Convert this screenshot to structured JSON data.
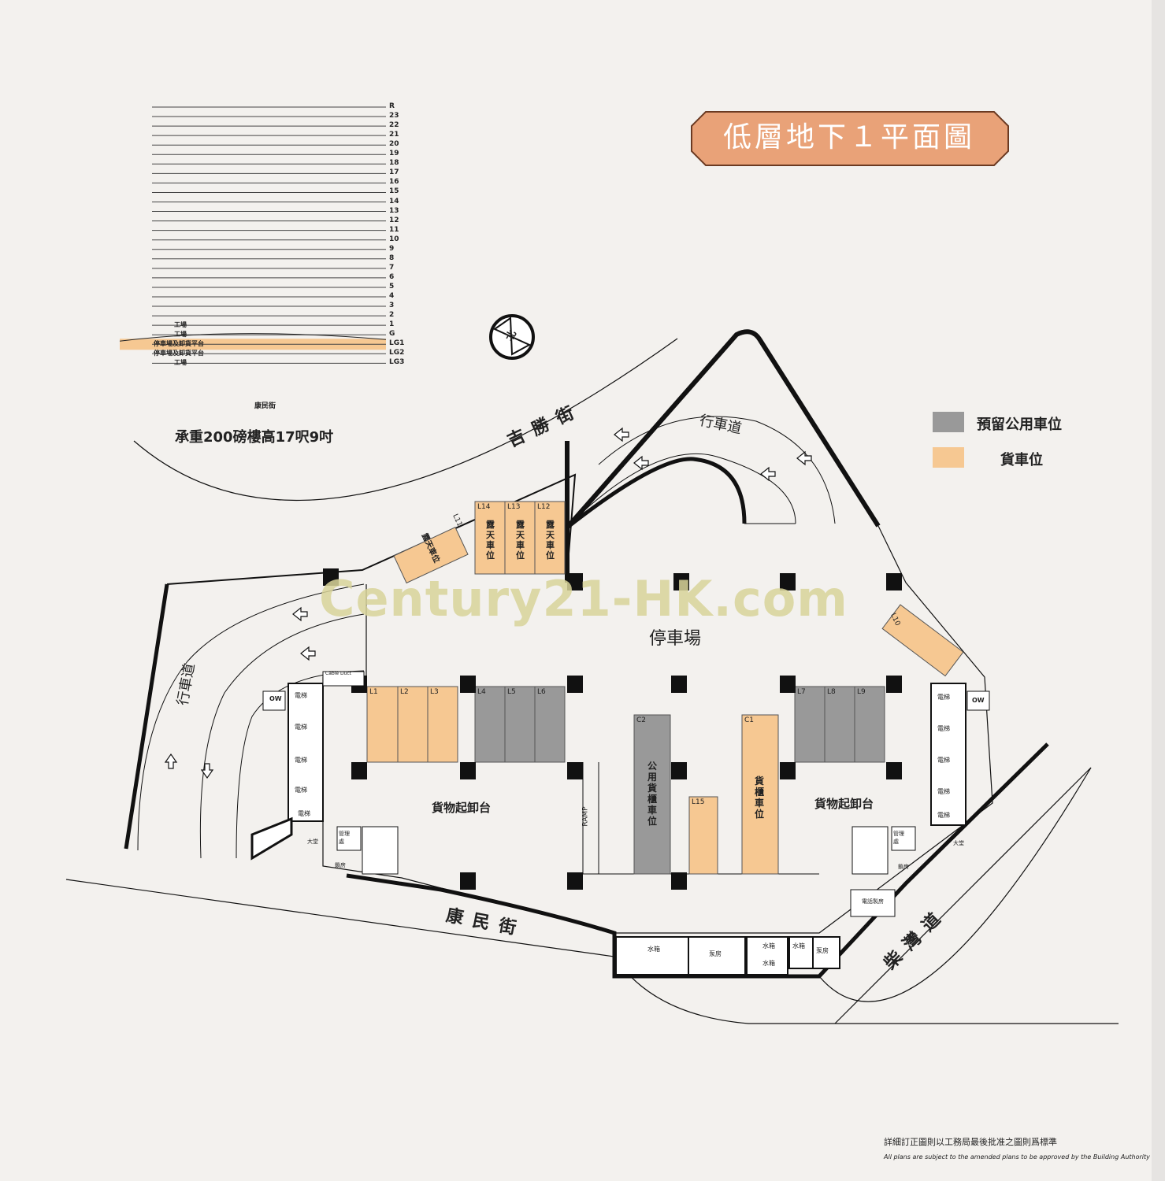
{
  "title": "低層地下１平面圖",
  "watermark": "Century21-HK.com",
  "load_note": "承重200磅樓高17呎9吋",
  "legend": [
    {
      "label": "預留公用車位",
      "color": "#999999"
    },
    {
      "label": "貨車位",
      "color": "#f6c892"
    }
  ],
  "section": {
    "floors": [
      "R",
      "23",
      "22",
      "21",
      "20",
      "19",
      "18",
      "17",
      "16",
      "15",
      "14",
      "13",
      "12",
      "11",
      "10",
      "9",
      "8",
      "7",
      "6",
      "5",
      "4",
      "3",
      "2",
      "1",
      "G",
      "LG1",
      "LG2",
      "LG3"
    ],
    "highlight": "LG1",
    "band_labels": [
      {
        "floor": "1",
        "text": "工場"
      },
      {
        "floor": "G",
        "text": "工場"
      },
      {
        "floor": "LG1",
        "text": "停車場及卸貨平台"
      },
      {
        "floor": "LG2",
        "text": "停車場及卸貨平台"
      },
      {
        "floor": "LG3",
        "text": "工場"
      }
    ],
    "street": "康民街"
  },
  "streets": {
    "north": "吉勝街",
    "south": "康民街",
    "east": "柴灣道",
    "north_marker": "北"
  },
  "labels": {
    "carpark": "停車場",
    "drive_west": "行車道",
    "drive_north": "行車道",
    "loading_west": "貨物起卸台",
    "loading_east": "貨物起卸台",
    "ramp": "RAMP",
    "public_cargo": "公用貨櫃車位",
    "cargo_space": "貨櫃車位",
    "open_space": "露天車位",
    "lift": "電梯",
    "ow": "OW",
    "cable_duct": "Cable Duct",
    "lobby": "大堂",
    "mgmt": "管理處",
    "lock": "鎖房",
    "tank": "水箱",
    "pump": "泵房",
    "phone": "電話製房"
  },
  "bays": {
    "L1": "L1",
    "L2": "L2",
    "L3": "L3",
    "L4": "L4",
    "L5": "L5",
    "L6": "L6",
    "L7": "L7",
    "L8": "L8",
    "L9": "L9",
    "L10": "L10",
    "L11": "L11",
    "L12": "L12",
    "L13": "L13",
    "L14": "L14",
    "L15": "L15",
    "C1": "C1",
    "C2": "C2"
  },
  "footer": {
    "zh": "詳細訂正圖則以工務局最後批准之圖則爲標準",
    "en": "All plans are subject to the amended plans to be approved by the Building Authority"
  }
}
